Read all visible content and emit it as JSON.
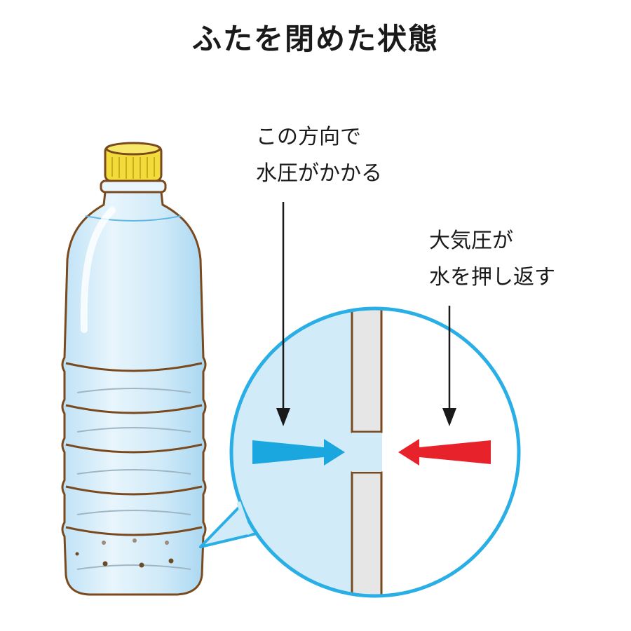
{
  "title": "ふたを閉めた状態",
  "labels": {
    "water_pressure": [
      "この方向で",
      "水圧がかかる"
    ],
    "air_pressure": [
      "大気圧が",
      "水を押し返す"
    ]
  },
  "colors": {
    "water_arrow": "#1aa7e0",
    "air_arrow": "#e8222b",
    "magnifier_ring": "#29aee6",
    "water_fill": "#d2ebf8",
    "cap": "#f2dc3c",
    "bottle_outline": "#7a4a1e"
  }
}
